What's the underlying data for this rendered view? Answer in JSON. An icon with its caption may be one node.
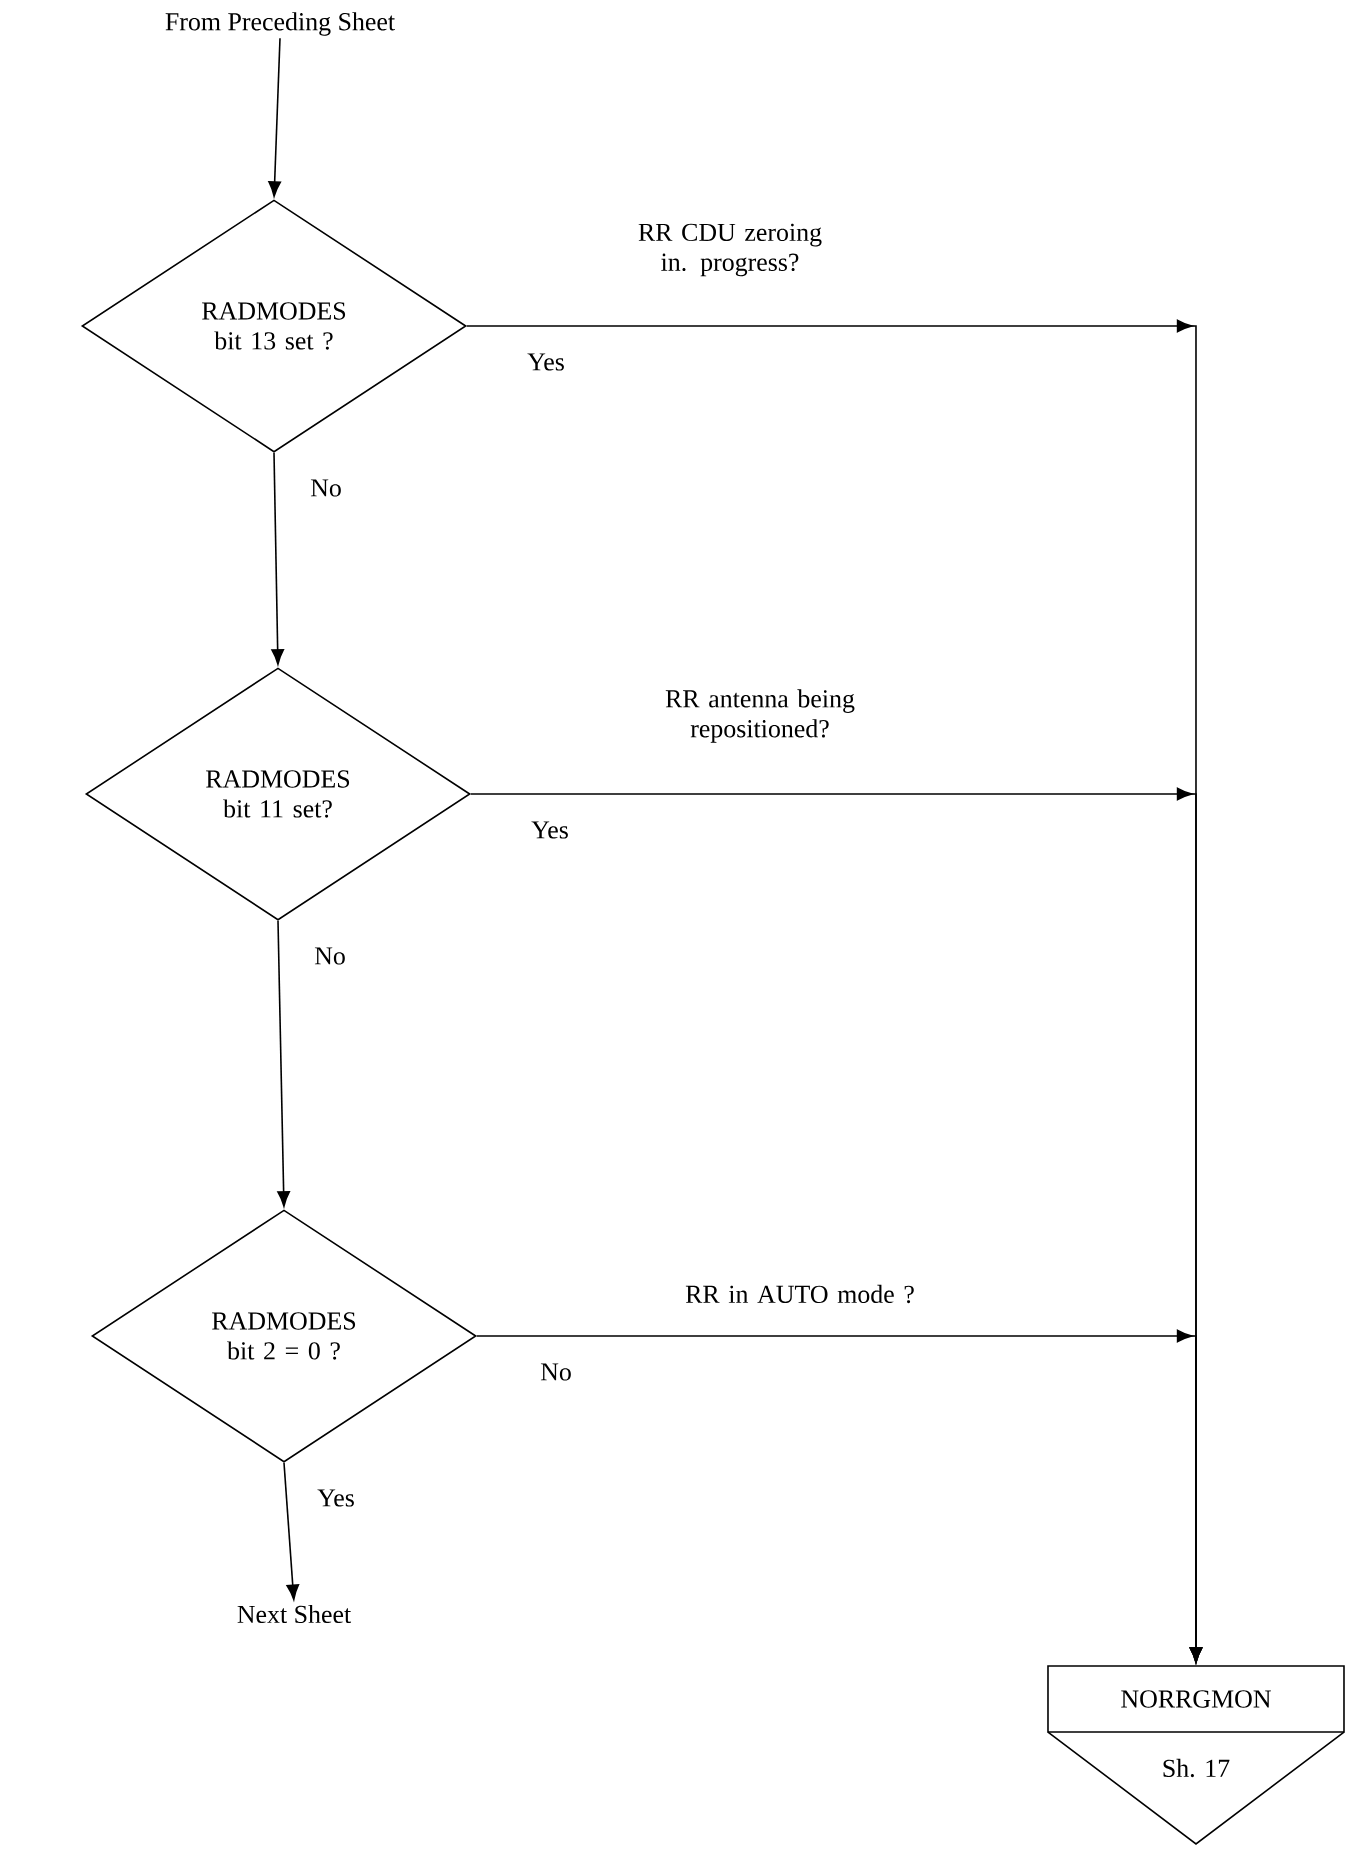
{
  "diagram": {
    "nodes": [
      {
        "text": [
          "From Preceding Sheet"
        ]
      },
      {
        "text": [
          "RADMODES bit 13 set ?"
        ]
      },
      {
        "text": [
          "RADMODES bit 11 set?"
        ]
      },
      {
        "text": [
          "RADMODES bit 2 = 0 ?"
        ]
      },
      {
        "text": [
          "Next Sheet"
        ]
      },
      {
        "text": [
          "NORRGMON",
          "Sh. 17"
        ]
      }
    ],
    "edges": [
      {
        "from": 0,
        "to": 1,
        "arrow": "to"
      },
      {
        "from": 1,
        "to": 2,
        "arrow": "to",
        "label": "No"
      },
      {
        "from": 2,
        "to": 3,
        "arrow": "to",
        "label": "No"
      },
      {
        "from": 3,
        "to": 4,
        "arrow": "to",
        "label": "Yes"
      },
      {
        "from": 1,
        "to": 5,
        "arrow": "to",
        "label": "Yes"
      },
      {
        "from": 2,
        "to": 5,
        "arrow": "to",
        "label": "Yes"
      },
      {
        "from": 3,
        "to": 5,
        "arrow": "to",
        "label": "No"
      }
    ],
    "labels": [
      "RR CDU zeroing in. progress?",
      "RR antenna being repositioned?",
      "RR in AUTO mode ?"
    ]
  }
}
